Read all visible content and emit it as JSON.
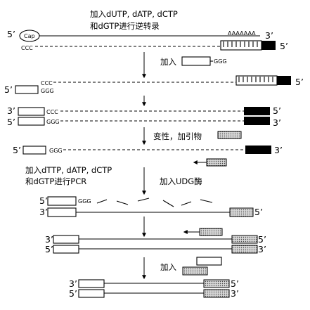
{
  "step1_text": {
    "line1": "加入dUTP, dATP, dCTP",
    "line2": "和dGTP进行逆转录"
  },
  "cap": "Cap",
  "poly_a": "AAAAAAA",
  "ccc": "CCC",
  "ggg": "GGG",
  "add_label": "加入",
  "denature_label": "变性，加引物",
  "pcr_text": {
    "line1": "加入dTTP, dATP, dCTP",
    "line2": "和dGTP进行PCR"
  },
  "udg_label": "加入UDG酶",
  "add_label_2": "加入",
  "end5": "5’",
  "end3": "3’"
}
